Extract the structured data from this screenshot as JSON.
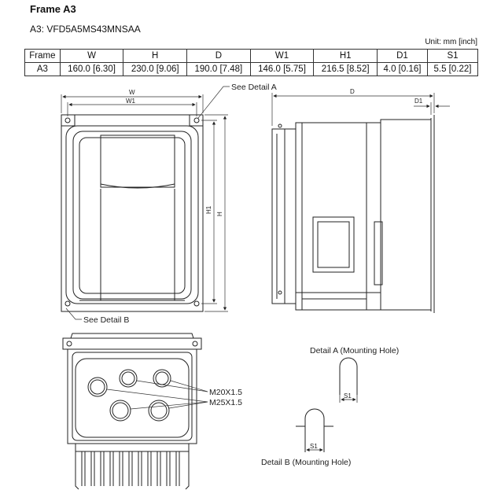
{
  "heading": {
    "frame_title": "Frame A3",
    "model_line": "A3: VFD5A5MS43MNSAA",
    "unit_note": "Unit: mm [inch]"
  },
  "table": {
    "headers": [
      "Frame",
      "W",
      "H",
      "D",
      "W1",
      "H1",
      "D1",
      "S1"
    ],
    "rows": [
      [
        "A3",
        "160.0 [6.30]",
        "230.0 [9.06]",
        "190.0 [7.48]",
        "146.0 [5.75]",
        "216.5 [8.52]",
        "4.0 [0.16]",
        "5.5 [0.22]"
      ]
    ]
  },
  "drawing": {
    "callout_detail_a": "See Detail A",
    "callout_detail_b": "See Detail B",
    "dim_w": "W",
    "dim_w1": "W1",
    "dim_h": "H",
    "dim_h1": "H1",
    "dim_d": "D",
    "dim_d1": "D1",
    "conduit_small": "M20X1.5",
    "conduit_large": "M25X1.5",
    "detail_a_title": "Detail A (Mounting Hole)",
    "detail_b_title": "Detail B (Mounting Hole)",
    "dim_s1_a": "S1",
    "dim_s1_b": "S1"
  }
}
